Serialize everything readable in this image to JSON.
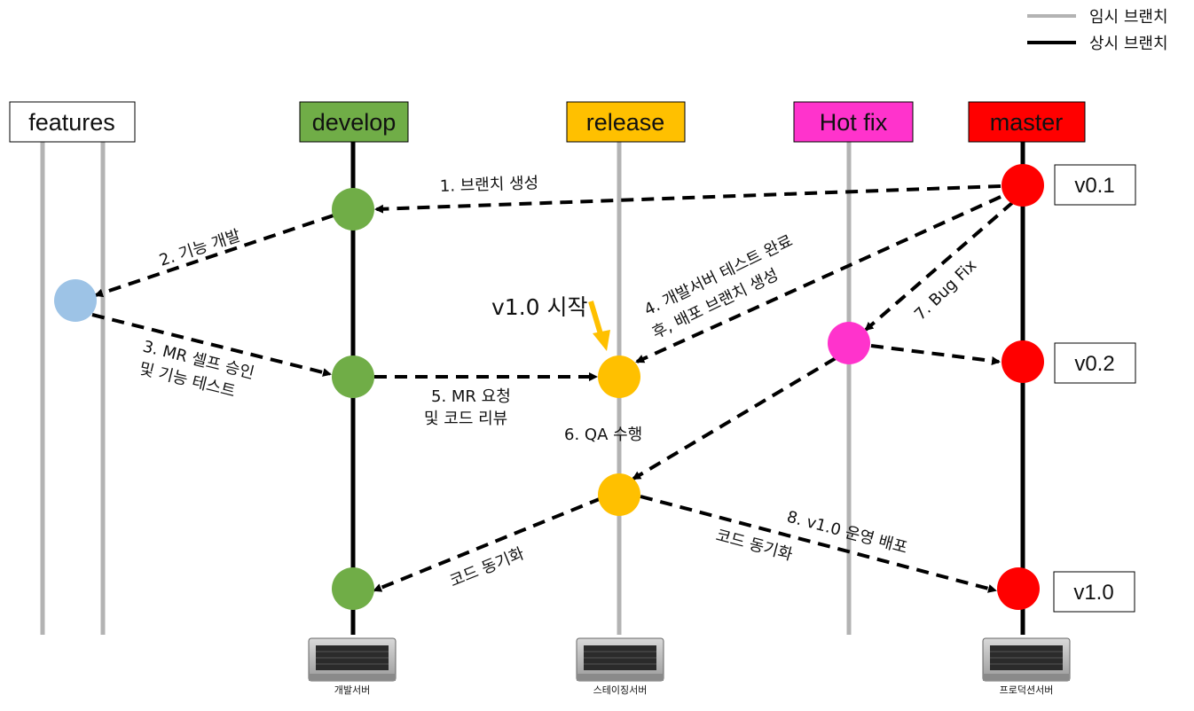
{
  "legend": {
    "temporary_branch": "임시 브랜치",
    "permanent_branch": "상시 브랜치"
  },
  "branches": {
    "features": "features",
    "develop": "develop",
    "release": "release",
    "hotfix": "Hot fix",
    "master": "master"
  },
  "colors": {
    "develop": "#70ad47",
    "release": "#ffc000",
    "hotfix": "#ff33cc",
    "master": "#ff0000",
    "features": "#9dc3e6",
    "temporary_line": "#b3b3b3",
    "permanent_line": "#000000",
    "callout_arrow": "#ffc000"
  },
  "versions": {
    "v01": "v0.1",
    "v02": "v0.2",
    "v10": "v1.0"
  },
  "steps": {
    "s1": "1. 브랜치 생성",
    "s2": "2. 기능 개발",
    "s3_line1": "3. MR 셀프 승인",
    "s3_line2": "및 기능 테스트",
    "s4_line1": "4. 개발서버 테스트 완료",
    "s4_line2": "후, 배포 브랜치 생성",
    "s5_line1": "5. MR 요청",
    "s5_line2": "및 코드 리뷰",
    "s6": "6. QA 수행",
    "s7": "7. Bug Fix",
    "s8": "8. v1.0 운영 배포",
    "sync_left": "코드 동기화",
    "sync_right": "코드 동기화",
    "v10_start": "v1.0 시작"
  },
  "servers": {
    "dev": "개발서버",
    "staging": "스테이징서버",
    "production": "프로덕션서버"
  }
}
